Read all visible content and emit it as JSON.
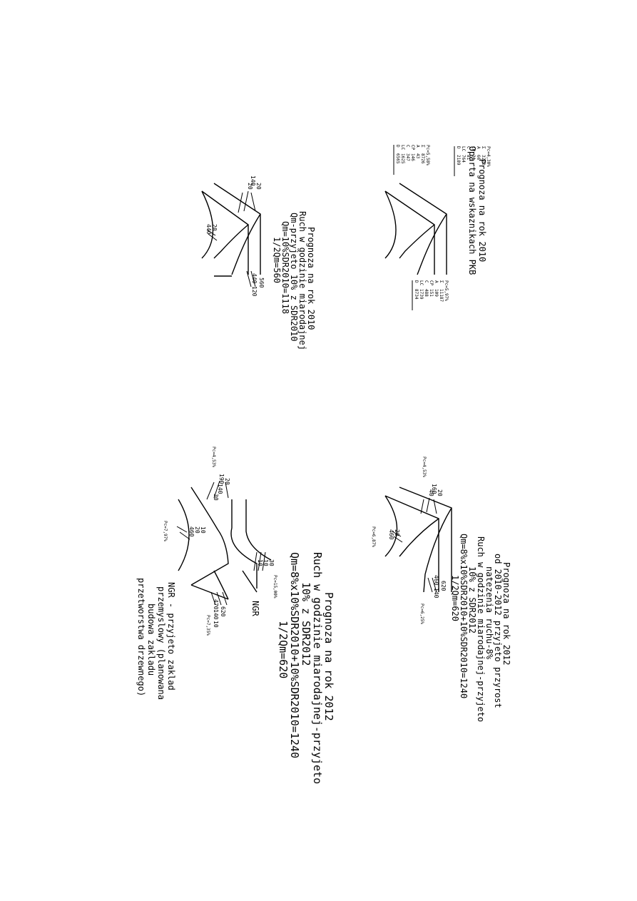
{
  "sheet": {
    "top_right": {
      "title_lines": [
        "Prognoza na rok 2010",
        "Oparta na wskaznikach PKB"
      ],
      "left_table": {
        "rows": [
          [
            "D",
            "2189"
          ],
          [
            "LC",
            "764"
          ],
          [
            "C",
            "81"
          ],
          [
            "CP",
            "31"
          ],
          [
            "A",
            "66"
          ],
          [
            "Σ",
            "3223"
          ]
        ],
        "pc": "Pc=4,30%"
      },
      "right_table": {
        "rows": [
          [
            "D",
            "8734"
          ],
          [
            "LC",
            "1739"
          ],
          [
            "C",
            "488"
          ],
          [
            "CP",
            "151"
          ],
          [
            "A",
            "109"
          ],
          [
            "Σ",
            "11187"
          ]
        ],
        "pc": "Pc=5,97%"
      }
    },
    "top_left": {
      "title_lines": [
        "Prognoza na rok 2010",
        "Ruch w godzinie miarodajnej",
        "Qm-przyjeto 10% z SDR2010",
        "Qm=10%SDR2010=1118",
        "1/2Qm=560"
      ],
      "left_table": {
        "rows": [
          [
            "D",
            "6565"
          ],
          [
            "LC",
            "1625"
          ],
          [
            "C",
            "347"
          ],
          [
            "CP",
            "146"
          ],
          [
            "A",
            "43"
          ],
          [
            "Σ",
            "8726"
          ]
        ],
        "pc": "Pc=5,58%"
      },
      "flows": {
        "north_total": "140",
        "north_a": "20",
        "north_b": "20",
        "west_a": "440",
        "west_b": "20",
        "south_total": "560",
        "south_a": "440",
        "south_b": "120"
      }
    },
    "bottom_right": {
      "title_lines": [
        "Prognoza na rok 2012",
        "od 2010-2012 przyjeto przyrost",
        "natezenia ruchu-8%",
        "Ruch w godzinie miarodajnej-przyjeto",
        "10% z SDR2012",
        "Qm=8%x10%SDR2010+10%SDR2010=1240",
        "1/2Qm=620"
      ],
      "flows": {
        "north_total": "160",
        "north_a": "20",
        "north_b": "40",
        "west_a": "460",
        "west_b": "20",
        "south_total": "620",
        "south_a": "460",
        "south_b": "140"
      },
      "pc_north": "Pc=4,53%",
      "pc_west": "Pc=6,87%",
      "pc_south": "Pc=6,25%"
    },
    "bottom_left": {
      "title_lines": [
        "Prognoza na rok 2012",
        "Ruch w godzinie miarodajnej-przyjeto",
        "10% z SDR2012",
        "Qm=8%x10%SDR2010+10%SDR2010=1240",
        "1/2Qm=620"
      ],
      "flows": {
        "north_total": "190",
        "north_a": "20",
        "north_b": "140",
        "north_c": "30",
        "west_a": "460",
        "west_b": "20",
        "west_c": "10",
        "east_a": "10",
        "east_b": "10",
        "east_c": "30",
        "south_total": "620",
        "south_a": "470",
        "south_b": "140",
        "south_c": "10"
      },
      "pc_north": "Pc=4,53%",
      "pc_west": "Pc=7,97%",
      "pc_east": "Pc=15,00%",
      "pc_south": "Pc=7,35%",
      "road_label": "NGR",
      "note_lines": [
        "NGR - przyjeto zaklad",
        "przemyslowy (planowana",
        "budowa zakladu",
        "przetworstwa drzewnego)"
      ]
    }
  }
}
